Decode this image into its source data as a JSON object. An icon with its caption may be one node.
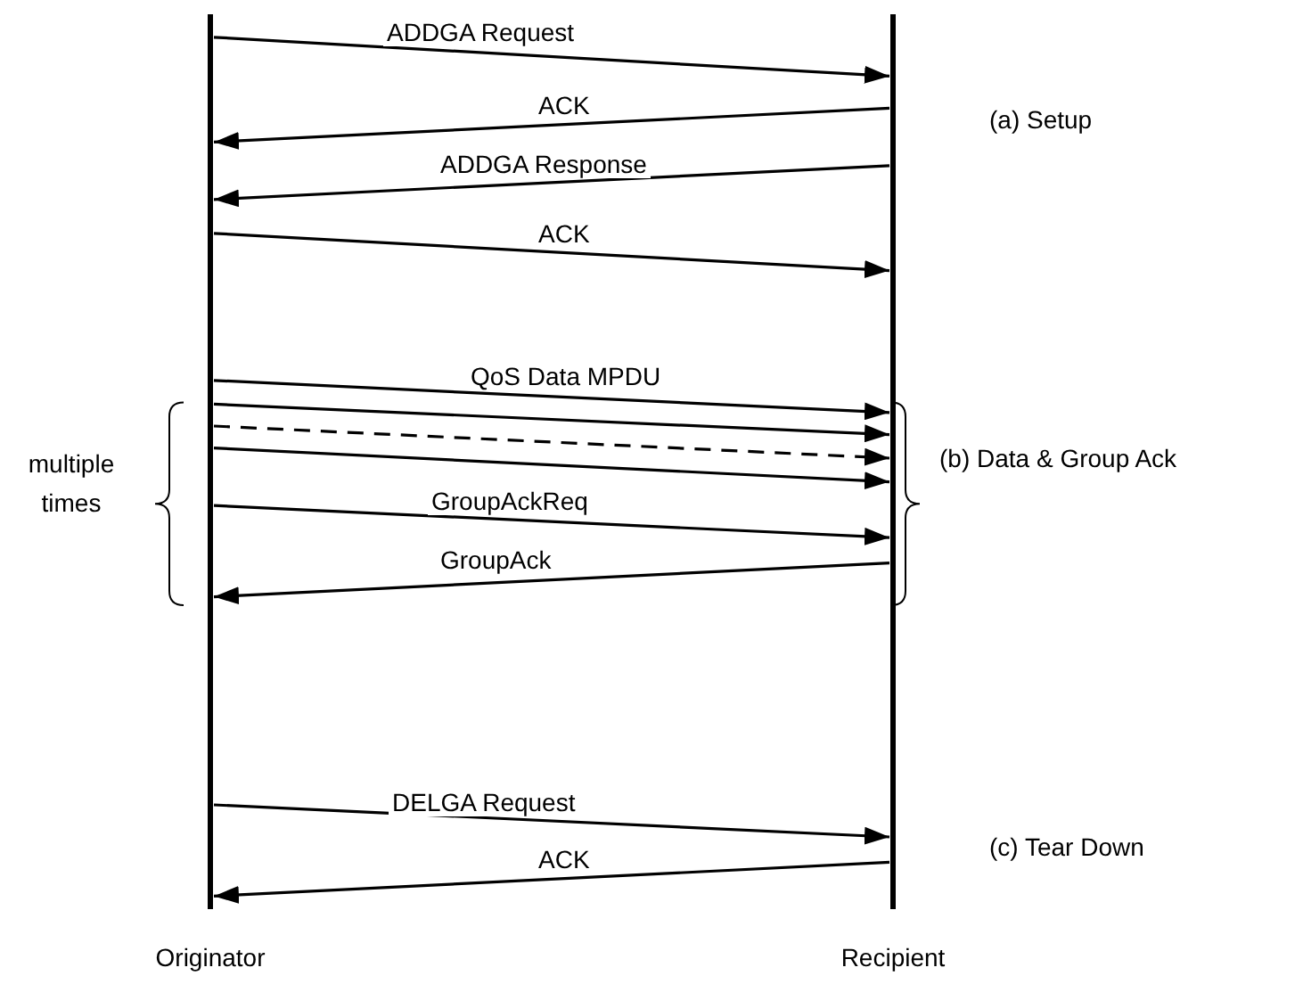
{
  "diagram": {
    "nodes": [
      {
        "text": [
          "Originator"
        ]
      },
      {
        "text": [
          "Recipient"
        ]
      }
    ],
    "edges": [
      {
        "from": 0,
        "to": 1,
        "arrow": "to",
        "label": "ADDGA Request"
      },
      {
        "from": 1,
        "to": 0,
        "arrow": "to",
        "label": "ACK"
      },
      {
        "from": 1,
        "to": 0,
        "arrow": "to",
        "label": "ADDGA Response"
      },
      {
        "from": 0,
        "to": 1,
        "arrow": "to",
        "label": "ACK"
      },
      {
        "from": 0,
        "to": 1,
        "arrow": "to",
        "label": "QoS Data MPDU"
      },
      {
        "from": 0,
        "to": 1,
        "arrow": "to"
      },
      {
        "from": 0,
        "to": 1,
        "arrow": "to",
        "style": "dashed"
      },
      {
        "from": 0,
        "to": 1,
        "arrow": "to"
      },
      {
        "from": 0,
        "to": 1,
        "arrow": "to",
        "label": "GroupAckReq"
      },
      {
        "from": 1,
        "to": 0,
        "arrow": "to",
        "label": "GroupAck"
      },
      {
        "from": 0,
        "to": 1,
        "arrow": "to",
        "label": "DELGA Request"
      },
      {
        "from": 1,
        "to": 0,
        "arrow": "to",
        "label": "ACK"
      }
    ],
    "labels": [
      "(a) Setup",
      "multiple times",
      "(b) Data & Group Ack",
      "(c) Tear Down"
    ]
  }
}
